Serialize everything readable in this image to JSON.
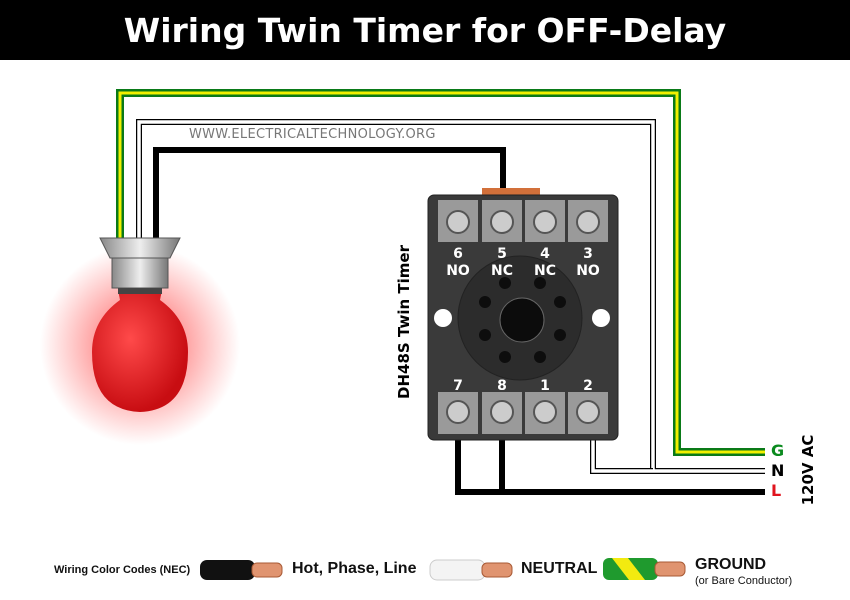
{
  "title": "Wiring Twin Timer for OFF-Delay",
  "watermark": "WWW.ELECTRICALTECHNOLOGY.ORG",
  "timer": {
    "name": "DH48S Twin Timer",
    "top_terminals": [
      {
        "num": "6",
        "type": "NO"
      },
      {
        "num": "5",
        "type": "NC"
      },
      {
        "num": "4",
        "type": "NC"
      },
      {
        "num": "3",
        "type": "NO"
      }
    ],
    "bottom_terminals": [
      "7",
      "8",
      "1",
      "2"
    ]
  },
  "supply": {
    "label": "120V AC",
    "lines": [
      {
        "label": "G",
        "color": "#0a8a1e"
      },
      {
        "label": "N",
        "color": "#000000"
      },
      {
        "label": "L",
        "color": "#e0141e"
      }
    ]
  },
  "legend": {
    "title": "Wiring Color Codes (NEC)",
    "items": [
      {
        "label": "Hot, Phase, Line"
      },
      {
        "label": "NEUTRAL"
      },
      {
        "label": "GROUND",
        "sublabel": "(or Bare Conductor)"
      }
    ]
  },
  "colors": {
    "ground_outer": "#0a7a18",
    "ground_inner": "#f2f000",
    "bulb": "#e3161c"
  }
}
